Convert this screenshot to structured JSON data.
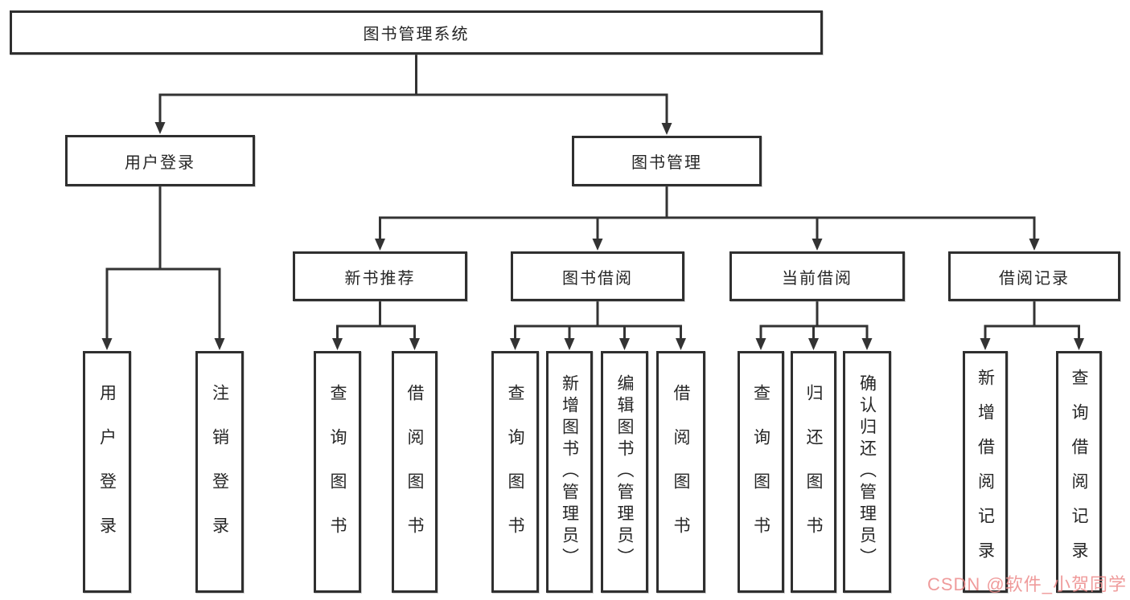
{
  "diagram": {
    "title": "图书管理系统",
    "watermark": "CSDN @软件_小贺同学",
    "colors": {
      "line": "#333333",
      "border": "#2f2f2f",
      "text": "#262626",
      "background": "#ffffff",
      "watermark": "#ec8a8a"
    },
    "nodes": [
      {
        "id": "root",
        "label": "图书管理系统",
        "parent": null
      },
      {
        "id": "user-login",
        "label": "用户登录",
        "parent": "root"
      },
      {
        "id": "book-mgmt",
        "label": "图书管理",
        "parent": "root"
      },
      {
        "id": "login",
        "label": "用户登录",
        "parent": "user-login"
      },
      {
        "id": "logout",
        "label": "注销登录",
        "parent": "user-login"
      },
      {
        "id": "new-book-rec",
        "label": "新书推荐",
        "parent": "book-mgmt"
      },
      {
        "id": "book-borrow",
        "label": "图书借阅",
        "parent": "book-mgmt"
      },
      {
        "id": "current-borrow",
        "label": "当前借阅",
        "parent": "book-mgmt"
      },
      {
        "id": "borrow-records",
        "label": "借阅记录",
        "parent": "book-mgmt"
      },
      {
        "id": "nbr-query",
        "label": "查询图书",
        "parent": "new-book-rec"
      },
      {
        "id": "nbr-borrow",
        "label": "借阅图书",
        "parent": "new-book-rec"
      },
      {
        "id": "bb-query",
        "label": "查询图书",
        "parent": "book-borrow"
      },
      {
        "id": "bb-add",
        "label": "新增图书（管理员）",
        "parent": "book-borrow"
      },
      {
        "id": "bb-edit",
        "label": "编辑图书（管理员）",
        "parent": "book-borrow"
      },
      {
        "id": "bb-borrow",
        "label": "借阅图书",
        "parent": "book-borrow"
      },
      {
        "id": "cb-query",
        "label": "查询图书",
        "parent": "current-borrow"
      },
      {
        "id": "cb-return",
        "label": "归还图书",
        "parent": "current-borrow"
      },
      {
        "id": "cb-confirm",
        "label": "确认归还（管理员）",
        "parent": "current-borrow"
      },
      {
        "id": "br-add",
        "label": "新增借阅记录",
        "parent": "borrow-records"
      },
      {
        "id": "br-query",
        "label": "查询借阅记录",
        "parent": "borrow-records"
      }
    ]
  }
}
